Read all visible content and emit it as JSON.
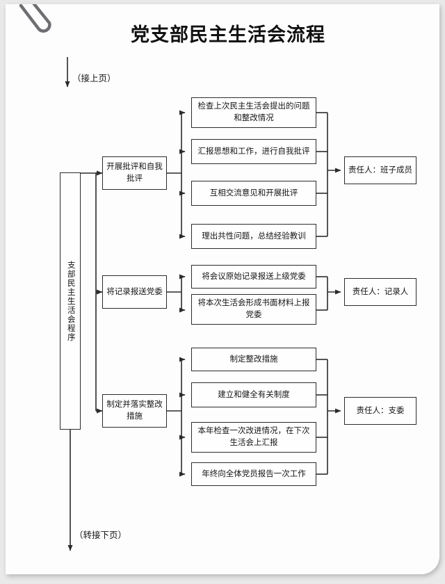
{
  "document": {
    "title": "党支部民主生活会流程",
    "top_note": "（接上页）",
    "bottom_note": "（转接下页）",
    "clip_icon": "paperclip-icon"
  },
  "spine": {
    "label": "支部民主生活会程序"
  },
  "groups": [
    {
      "stage": "开展批评和自我批评",
      "owner": "责任人：班子成员",
      "details": [
        "检查上次民主生活会提出的问题和整改情况",
        "汇报思想和工作，进行自我批评",
        "互相交流意见和开展批评",
        "理出共性问题，总结经验教训"
      ]
    },
    {
      "stage": "将记录报送党委",
      "owner": "责任人：记录人",
      "details": [
        "将会议原始记录报送上级党委",
        "将本次生活会形成书面材料上报党委"
      ]
    },
    {
      "stage": "制定并落实整改措施",
      "owner": "责任人：支委",
      "details": [
        "制定整改措施",
        "建立和健全有关制度",
        "本年检查一次改进情况，在下次生活会上汇报",
        "年终向全体党员报告一次工作"
      ]
    }
  ],
  "colors": {
    "page_background": "#e9e9e9",
    "card_background": "#fdfdfd",
    "line": "#2b2b2b",
    "text": "#141414"
  }
}
